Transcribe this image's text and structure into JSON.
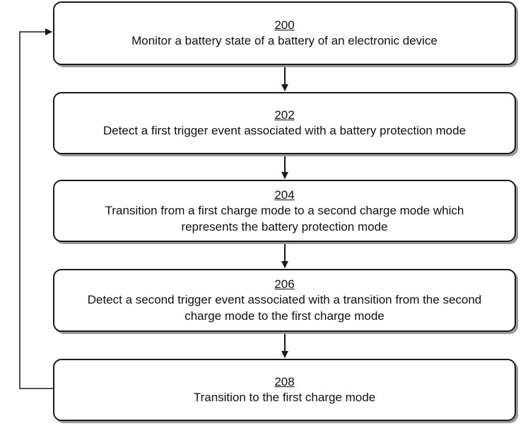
{
  "steps": [
    {
      "ref": "200",
      "text": "Monitor a battery state of a battery of an electronic device"
    },
    {
      "ref": "202",
      "text": "Detect a first trigger event associated with a battery protection mode"
    },
    {
      "ref": "204",
      "line1": "Transition from a first charge mode to a second charge mode which",
      "line2": "represents the battery protection mode"
    },
    {
      "ref": "206",
      "line1": "Detect a second trigger event associated with a transition from the second",
      "line2": "charge mode to the first charge mode"
    },
    {
      "ref": "208",
      "text": "Transition to the first charge mode"
    }
  ]
}
